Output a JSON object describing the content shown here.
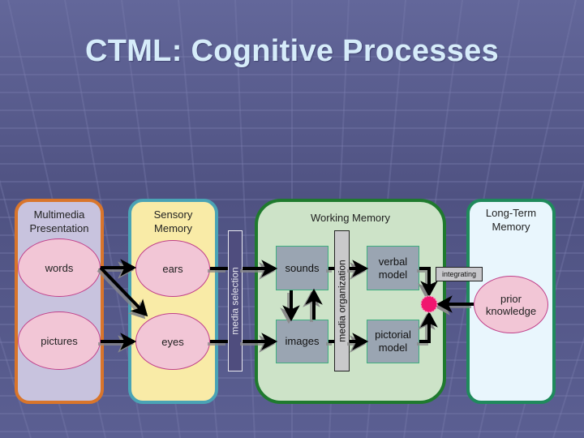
{
  "title": "CTML: Cognitive Processes",
  "panels": {
    "multimedia": {
      "label": "Multimedia Presentation",
      "label_line1": "Multimedia",
      "label_line2": "Presentation",
      "border": "#d9752b",
      "fill": "#c8c3de"
    },
    "sensory": {
      "label_line1": "Sensory",
      "label_line2": "Memory",
      "border": "#4aa3b5",
      "fill": "#f9eba7"
    },
    "working": {
      "label": "Working Memory",
      "border": "#1f7a2e",
      "fill": "#cde3c8"
    },
    "longterm": {
      "label_line1": "Long-Term",
      "label_line2": "Memory",
      "border": "#1f8a5c",
      "fill": "#e9f6fd"
    }
  },
  "nodes": {
    "words": "words",
    "pictures": "pictures",
    "ears": "ears",
    "eyes": "eyes",
    "sounds": "sounds",
    "images": "images",
    "verbal_model_line1": "verbal",
    "verbal_model_line2": "model",
    "pictorial_model_line1": "pictorial",
    "pictorial_model_line2": "model",
    "prior_knowledge_line1": "prior",
    "prior_knowledge_line2": "knowledge"
  },
  "processes": {
    "media_selection": "media selection",
    "media_organization": "media organization",
    "integrating": "integrating"
  },
  "colors": {
    "integration_dot": "#f0156f",
    "arrow": "#000000",
    "title": "#d6ecfa"
  }
}
